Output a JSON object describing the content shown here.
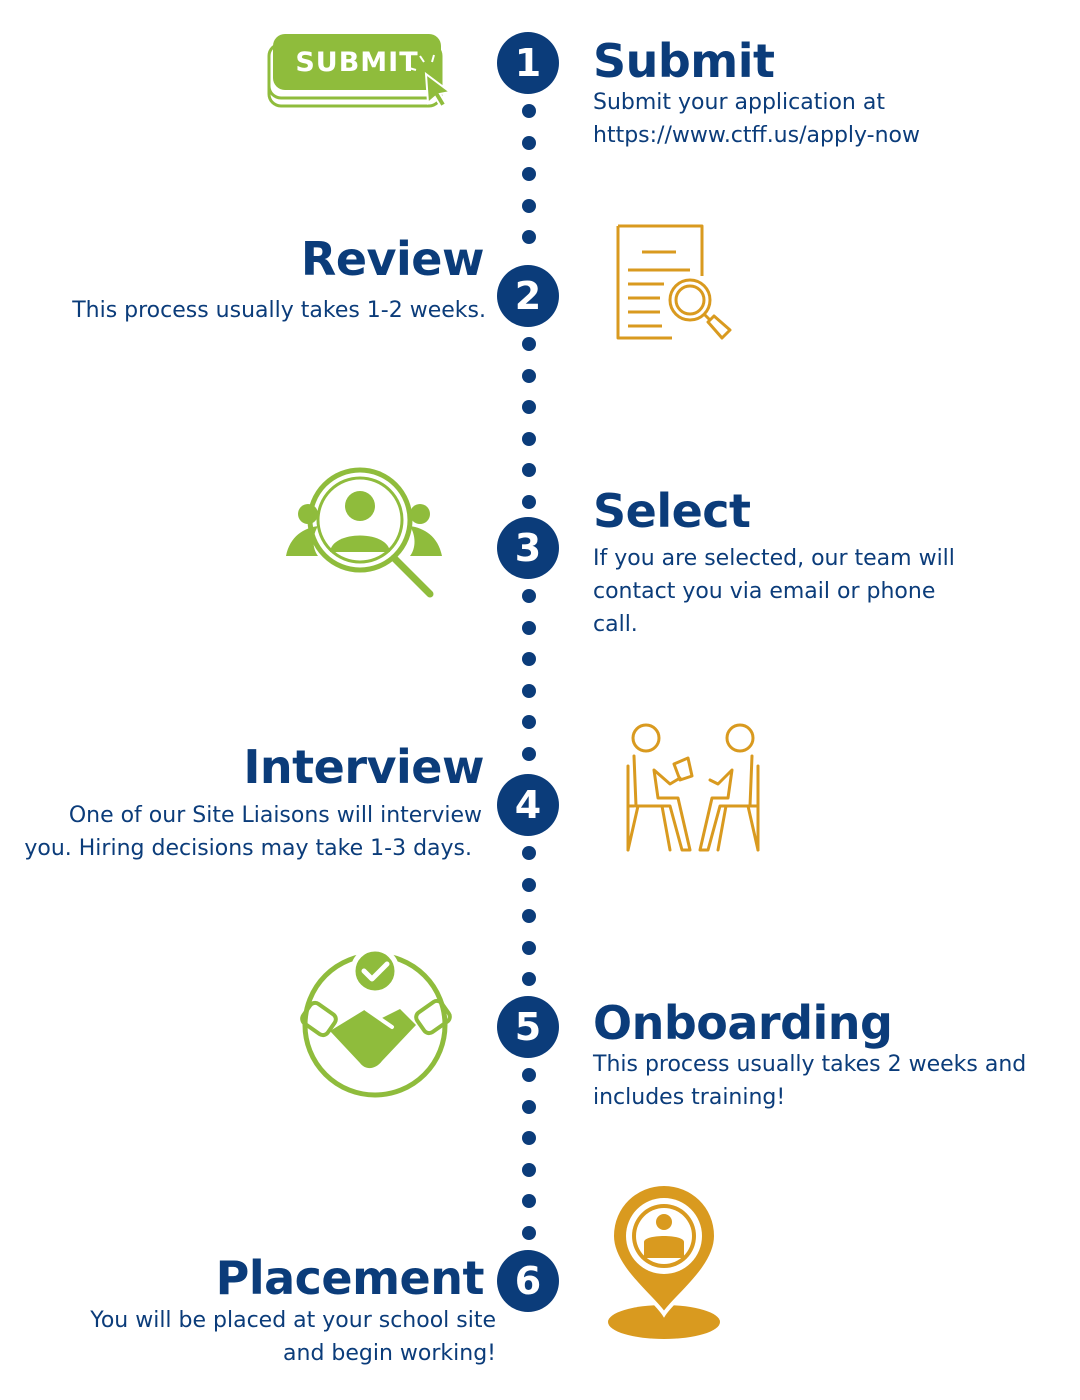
{
  "steps": [
    {
      "number": "1",
      "title": "Submit",
      "description_lines": [
        "Submit your application at",
        "https://www.ctff.us/apply-now"
      ]
    },
    {
      "number": "2",
      "title": "Review",
      "description_lines": [
        "This process usually takes 1-2 weeks."
      ]
    },
    {
      "number": "3",
      "title": "Select",
      "description_lines": [
        "If you are selected, our team will",
        "contact you via email or phone",
        "call."
      ]
    },
    {
      "number": "4",
      "title": "Interview",
      "description_lines": [
        "One of our Site Liaisons will interview",
        "you. Hiring decisions may take 1-3 days."
      ]
    },
    {
      "number": "5",
      "title": "Onboarding",
      "description_lines": [
        "This process usually takes 2 weeks and",
        "includes training!"
      ]
    },
    {
      "number": "6",
      "title": "Placement",
      "description_lines": [
        "You will be placed at your school site",
        "and begin working!"
      ]
    }
  ],
  "submit_button_label": "SUBMIT",
  "icons": [
    "submit-button-cursor-icon",
    "document-search-icon",
    "person-search-icon",
    "interview-people-icon",
    "handshake-check-icon",
    "location-pin-person-icon"
  ],
  "colors": {
    "navy": "#0b3c7a",
    "green": "#8fbc3c",
    "gold": "#d99a1f"
  }
}
